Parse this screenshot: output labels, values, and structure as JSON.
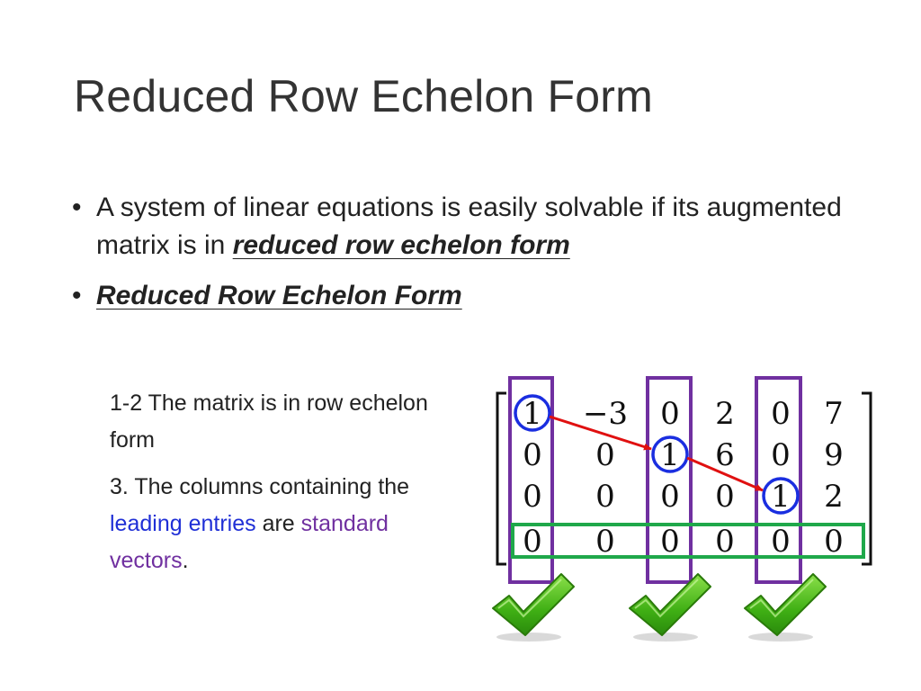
{
  "title": "Reduced Row Echelon Form",
  "bullets": [
    {
      "text_before": "A system of linear equations is easily solvable if its augmented matrix is in ",
      "emphasis": "reduced row echelon form"
    },
    {
      "emphasis": "Reduced Row Echelon Form"
    }
  ],
  "notes": {
    "note1": "1-2 The matrix is in row echelon form",
    "note2_before": "3. The columns containing the ",
    "note2_leading": "leading entries",
    "note2_mid": " are ",
    "note2_standard": "standard vectors",
    "note2_end": "."
  },
  "matrix": {
    "rows": [
      [
        "1",
        "−3",
        "0",
        "2",
        "0",
        "7"
      ],
      [
        "0",
        "0",
        "1",
        "6",
        "0",
        "9"
      ],
      [
        "0",
        "0",
        "0",
        "0",
        "1",
        "2"
      ],
      [
        "0",
        "0",
        "0",
        "0",
        "0",
        "0"
      ]
    ],
    "pivots": [
      [
        0,
        0
      ],
      [
        1,
        2
      ],
      [
        2,
        4
      ]
    ],
    "pivot_columns": [
      0,
      2,
      4
    ],
    "zero_row": 3
  },
  "colors": {
    "leading_entries_text": "#1f2fd6",
    "standard_vectors_text": "#7030a0",
    "pivot_circle": "#1a2ee0",
    "pivot_column_box": "#7030a0",
    "zero_row_box": "#1fa84a",
    "arrow": "#e01010",
    "check": "#4cbb17"
  },
  "icons": [
    "check-icon",
    "check-icon",
    "check-icon"
  ]
}
